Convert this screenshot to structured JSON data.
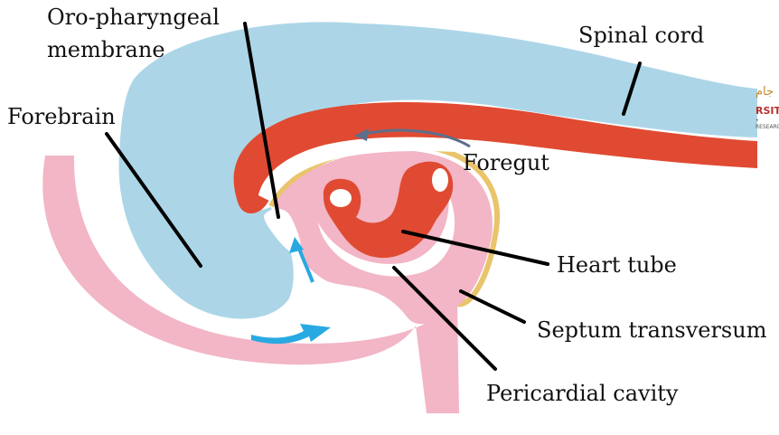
{
  "labels": {
    "oro_line1": "Oro-pharyngeal",
    "oro_line2": "membrane",
    "spinal_cord": "Spinal cord",
    "forebrain": "Forebrain",
    "foregut": "Foregut",
    "heart_tube": "Heart tube",
    "septum_transversum": "Septum transversum",
    "pericardial_cavity": "Pericardial cavity"
  },
  "watermark": {
    "arabic": "جام",
    "text": "RSITY",
    "sub": "• RESEARCH"
  },
  "colors": {
    "neural_tube": "#acd6e8",
    "ectoderm_pink": "#f2b6c6",
    "endoderm_red": "#e04a32",
    "mesoderm_yellow": "#e9c46a",
    "flow_arrow": "#29a9e1",
    "foregut_arrow": "#5b6f8c",
    "leader_line": "#000000"
  },
  "icons": [
    "flow-arrow-icon",
    "foregut-direction-arrow-icon"
  ]
}
